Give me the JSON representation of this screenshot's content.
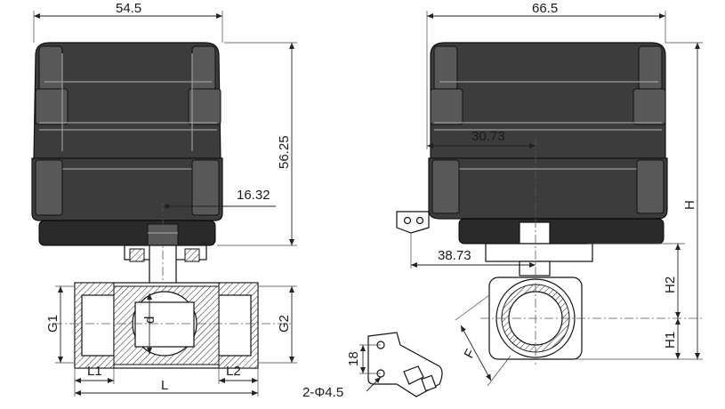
{
  "dimensions": {
    "front_width": "54.5",
    "side_width": "66.5",
    "actuator_height": "56.25",
    "stem_offset": "16.32",
    "center_offset": "30.73",
    "mount_offset": "38.73",
    "total_height": "H",
    "height_upper": "H2",
    "height_lower": "H1",
    "thread_left": "G1",
    "thread_right": "G2",
    "bore": "d",
    "length": "L",
    "length_left": "L1",
    "length_right": "L2",
    "flat_size": "F",
    "bracket_spacing": "18",
    "bracket_holes": "2-Φ4.5"
  }
}
